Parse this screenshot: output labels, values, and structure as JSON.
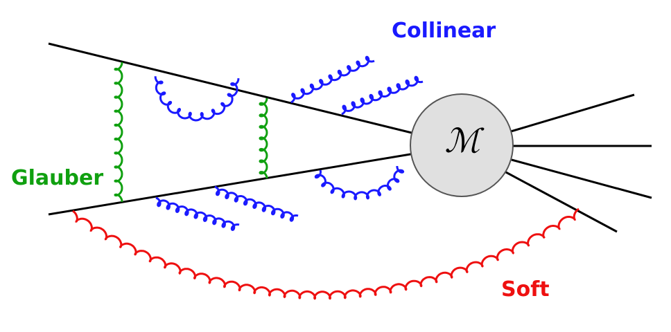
{
  "labels": {
    "collinear": "Collinear",
    "glauber": "Glauber",
    "soft": "Soft"
  },
  "vertex": {
    "symbol": "ℳ",
    "fill": "#e0e0e0",
    "stroke": "#555555"
  },
  "colors": {
    "collinear": "#1a1aff",
    "glauber": "#10a010",
    "soft": "#ee1010",
    "line": "#000000"
  },
  "gluon_types": [
    "glauber",
    "collinear",
    "soft"
  ]
}
